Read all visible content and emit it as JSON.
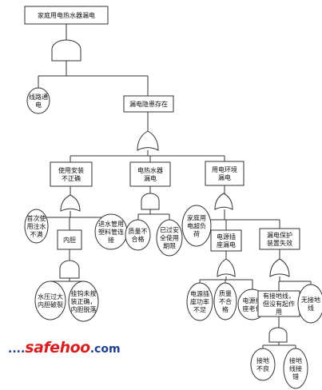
{
  "nodes": {
    "top": "家庭用电热水器漏电",
    "line": [
      "线路通",
      "电"
    ],
    "leak": "漏电隐患存在",
    "install": [
      "使用安装",
      "不正确"
    ],
    "heater": [
      "电热水器",
      "漏电"
    ],
    "env": [
      "用电环境",
      "漏电"
    ],
    "first_use": [
      "首次使",
      "用注水",
      "不满"
    ],
    "liner": "内胆",
    "pipe": [
      "进水管用",
      "塑料管连",
      "接"
    ],
    "quality": [
      "质量不",
      "合格"
    ],
    "expired": [
      "已过安",
      "全使用",
      "期限"
    ],
    "overload": [
      "家庭用",
      "电超负",
      "荷"
    ],
    "socket": [
      "电源插",
      "座漏电"
    ],
    "protect": [
      "漏电保护",
      "装置失效"
    ],
    "pressure": [
      "水压过大",
      "内胆破裂"
    ],
    "hook": [
      "挂钩未按",
      "装正确，",
      "内胆脱落"
    ],
    "socket_power": [
      "电源插",
      "座功率",
      "不足"
    ],
    "socket_quality": [
      "质量",
      "不合",
      "格"
    ],
    "socket_aging": [
      "电源插",
      "座老化"
    ],
    "ground_fail": [
      "有接地线，",
      "但没有起作",
      "用"
    ],
    "no_ground": [
      "无接地",
      "线"
    ],
    "ground_bad": [
      "接地",
      "不良"
    ],
    "ground_wrong": [
      "接地",
      "线接",
      "错"
    ]
  },
  "watermark": {
    "prefix": "....",
    "word": "safehoo",
    "suffix": ".com"
  },
  "colors": {
    "stroke": "#333333",
    "watermark_blue": "#1f3f8f",
    "watermark_red": "#d82020"
  }
}
